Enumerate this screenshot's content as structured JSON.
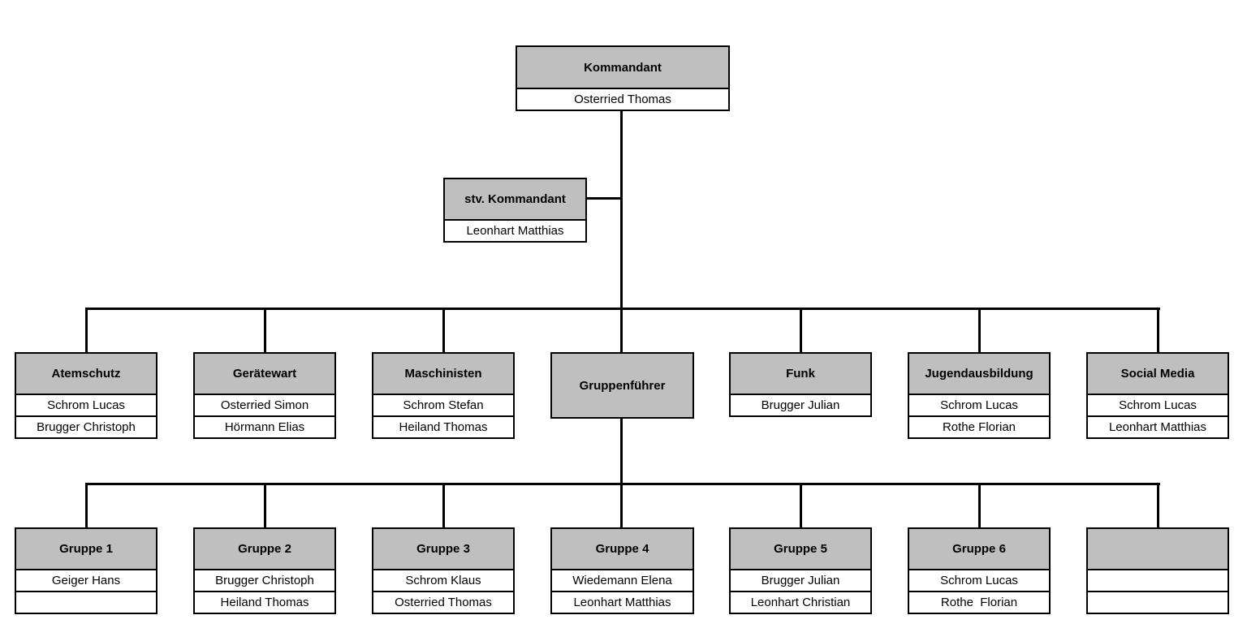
{
  "colors": {
    "header_fill": "#bfbfbf",
    "row_fill": "#ffffff",
    "line": "#000000",
    "text": "#000000"
  },
  "org": {
    "root": {
      "title": "Kommandant",
      "members": [
        "Osterried Thomas"
      ]
    },
    "deputy": {
      "title": "stv. Kommandant",
      "members": [
        "Leonhart Matthias"
      ]
    },
    "level3": [
      {
        "title": "Atemschutz",
        "members": [
          "Schrom Lucas",
          "Brugger Christoph"
        ]
      },
      {
        "title": "Gerätewart",
        "members": [
          "Osterried Simon",
          "Hörmann Elias"
        ]
      },
      {
        "title": "Maschinisten",
        "members": [
          "Schrom Stefan",
          "Heiland Thomas"
        ]
      },
      {
        "title": "Gruppenführer",
        "members": []
      },
      {
        "title": "Funk",
        "members": [
          "Brugger Julian"
        ]
      },
      {
        "title": "Jugendausbildung",
        "members": [
          "Schrom Lucas",
          "Rothe Florian"
        ]
      },
      {
        "title": "Social Media",
        "members": [
          "Schrom Lucas",
          "Leonhart Matthias"
        ]
      }
    ],
    "level4": [
      {
        "title": "Gruppe 1",
        "members": [
          "Geiger Hans",
          ""
        ]
      },
      {
        "title": "Gruppe 2",
        "members": [
          "Brugger Christoph",
          "Heiland Thomas"
        ]
      },
      {
        "title": "Gruppe 3",
        "members": [
          "Schrom Klaus",
          "Osterried Thomas"
        ]
      },
      {
        "title": "Gruppe 4",
        "members": [
          "Wiedemann Elena",
          "Leonhart Matthias"
        ]
      },
      {
        "title": "Gruppe 5",
        "members": [
          "Brugger Julian",
          "Leonhart Christian"
        ]
      },
      {
        "title": "Gruppe 6",
        "members": [
          "Schrom Lucas",
          "Rothe  Florian"
        ]
      },
      {
        "title": "",
        "members": [
          "",
          ""
        ]
      }
    ]
  }
}
